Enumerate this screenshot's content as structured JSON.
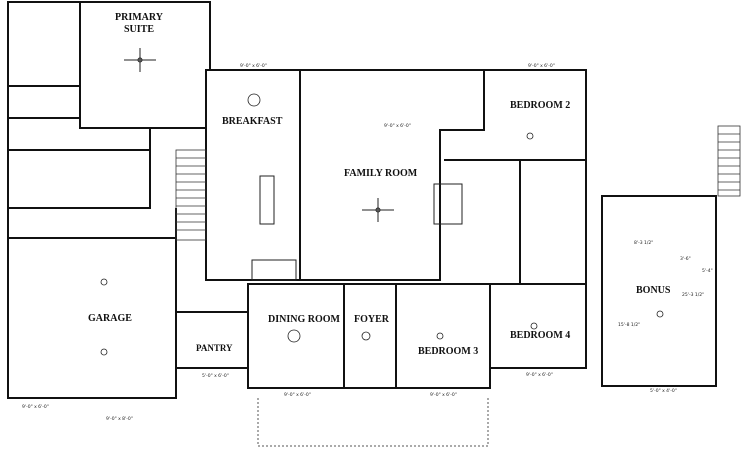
{
  "rooms": {
    "primary_suite": "PRIMARY\nSUITE",
    "breakfast": "BREAKFAST",
    "family_room": "FAMILY ROOM",
    "bedroom_2": "BEDROOM 2",
    "garage": "GARAGE",
    "dining_room": "DINING ROOM",
    "foyer": "FOYER",
    "bedroom_3": "BEDROOM 3",
    "bedroom_4": "BEDROOM 4",
    "pantry": "PANTRY",
    "bonus": "BONUS"
  },
  "dimensions": {
    "breakfast_top": "9'-0\" x 6'-0\"",
    "bedroom2_top": "9'-0\" x 6'-0\"",
    "family_mid": "9'-0\" x 6'-0\"",
    "garage_bottom": "9'-0\" x 8'-0\"",
    "pantry_bottom": "5'-0\" x 6'-0\"",
    "dining_bottom": "9'-0\" x 6'-0\"",
    "bedroom3_bottom": "9'-0\" x 6'-0\"",
    "bedroom4_bottom": "9'-0\" x 6'-0\"",
    "porch_bottom": "9'-0\" x 6'-0\"",
    "bonus_bottom": "5'-0\" x 4'-0\"",
    "bonus_dim_1": "8'-3 1/2\"",
    "bonus_dim_2": "3'-6\"",
    "bonus_dim_3": "5'-4\"",
    "bonus_dim_4": "25'-3 1/2\"",
    "bonus_dim_5": "15'-8 1/2\""
  }
}
